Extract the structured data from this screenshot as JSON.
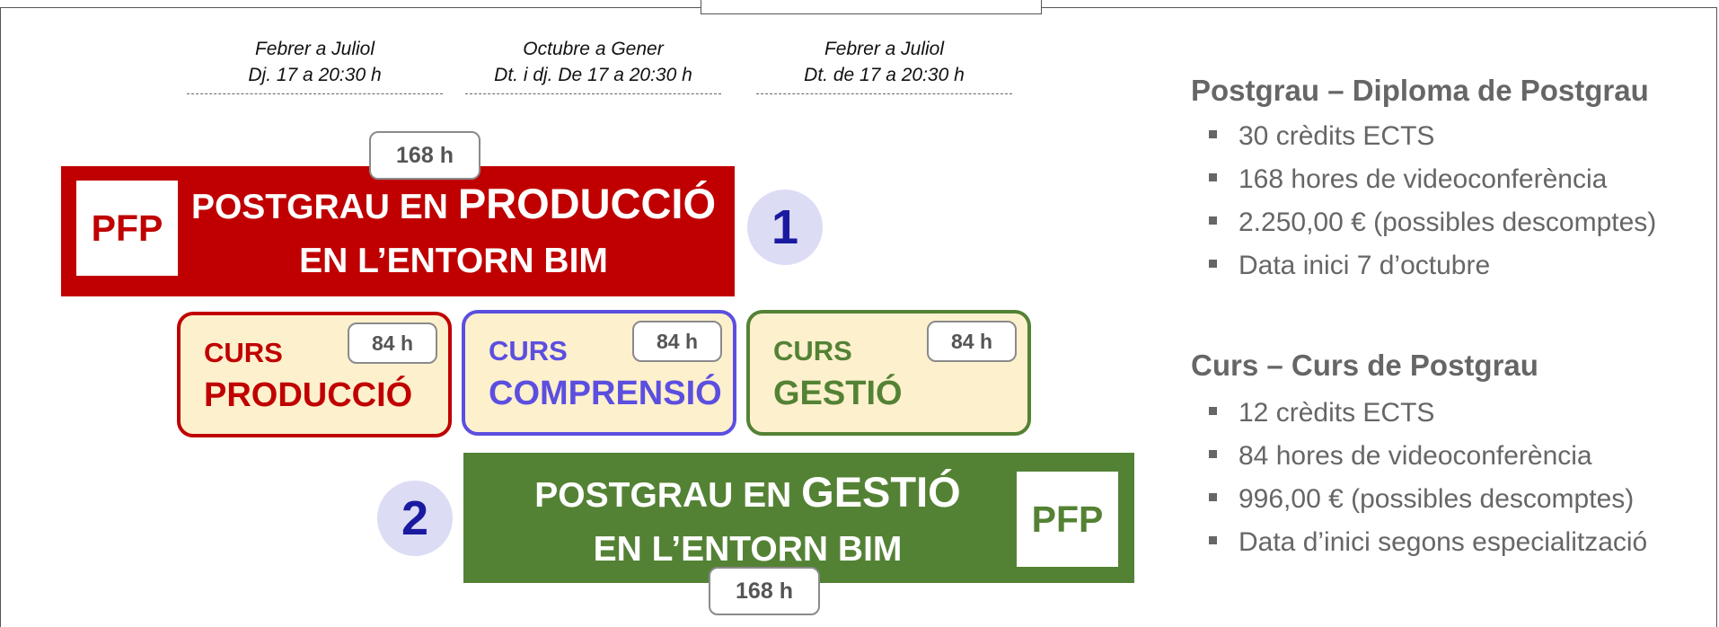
{
  "schedules": [
    {
      "line1": "Febrer a Juliol",
      "line2": "Dj. 17 a 20:30 h"
    },
    {
      "line1": "Octubre a Gener",
      "line2": "Dt. i dj. De  17 a 20:30 h"
    },
    {
      "line1": "Febrer a Juliol",
      "line2": "Dt. de 17 a 20:30 h"
    }
  ],
  "postgrau_produccio": {
    "hours": "168 h",
    "pfp": "PFP",
    "line1_prefix": "POSTGRAU EN ",
    "line1_big": "PRODUCCIÓ",
    "line2": "EN L’ENTORN BIM",
    "number": "1"
  },
  "cursos": [
    {
      "label": "CURS",
      "name": "PRODUCCIÓ",
      "hours": "84 h",
      "color": "#c00000"
    },
    {
      "label": "CURS",
      "name": "COMPRENSIÓ",
      "hours": "84 h",
      "color": "#5b4fe0"
    },
    {
      "label": "CURS",
      "name": "GESTIÓ",
      "hours": "84 h",
      "color": "#548235"
    }
  ],
  "postgrau_gestio": {
    "hours": "168 h",
    "pfp": "PFP",
    "line1_prefix": "POSTGRAU EN ",
    "line1_big": "GESTIÓ",
    "line2": "EN L’ENTORN BIM",
    "number": "2"
  },
  "info_postgrau": {
    "title": "Postgrau – Diploma de Postgrau",
    "items": [
      "30 crèdits ECTS",
      "168 hores de videoconferència",
      "2.250,00 € (possibles descomptes)",
      "Data inici 7 d’octubre"
    ]
  },
  "info_curs": {
    "title": "Curs – Curs de Postgrau",
    "items": [
      "12 crèdits ECTS",
      "84 hores de videoconferència",
      "996,00 € (possibles descomptes)",
      "Data d’inici segons especialització"
    ]
  },
  "colors": {
    "red": "#c00000",
    "blue": "#5b4fe0",
    "green": "#548235",
    "cream": "#fdf0cd"
  }
}
